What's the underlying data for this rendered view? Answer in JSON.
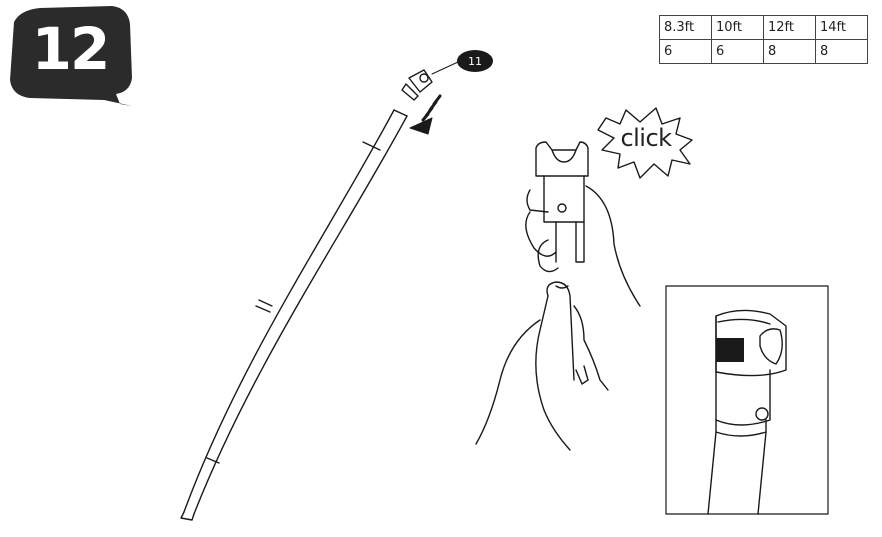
{
  "step": {
    "number": "12"
  },
  "size_table": {
    "headers": [
      "8.3ft",
      "10ft",
      "12ft",
      "14ft"
    ],
    "values": [
      "6",
      "6",
      "8",
      "8"
    ]
  },
  "callout": {
    "part_number": "11"
  },
  "annotation": {
    "click": "click"
  },
  "colors": {
    "ink": "#1a1a1a",
    "badge": "#2b2b2b",
    "paper": "#ffffff"
  },
  "icons": [
    "speech-bubble-badge",
    "down-arrow-icon",
    "starburst-icon"
  ]
}
